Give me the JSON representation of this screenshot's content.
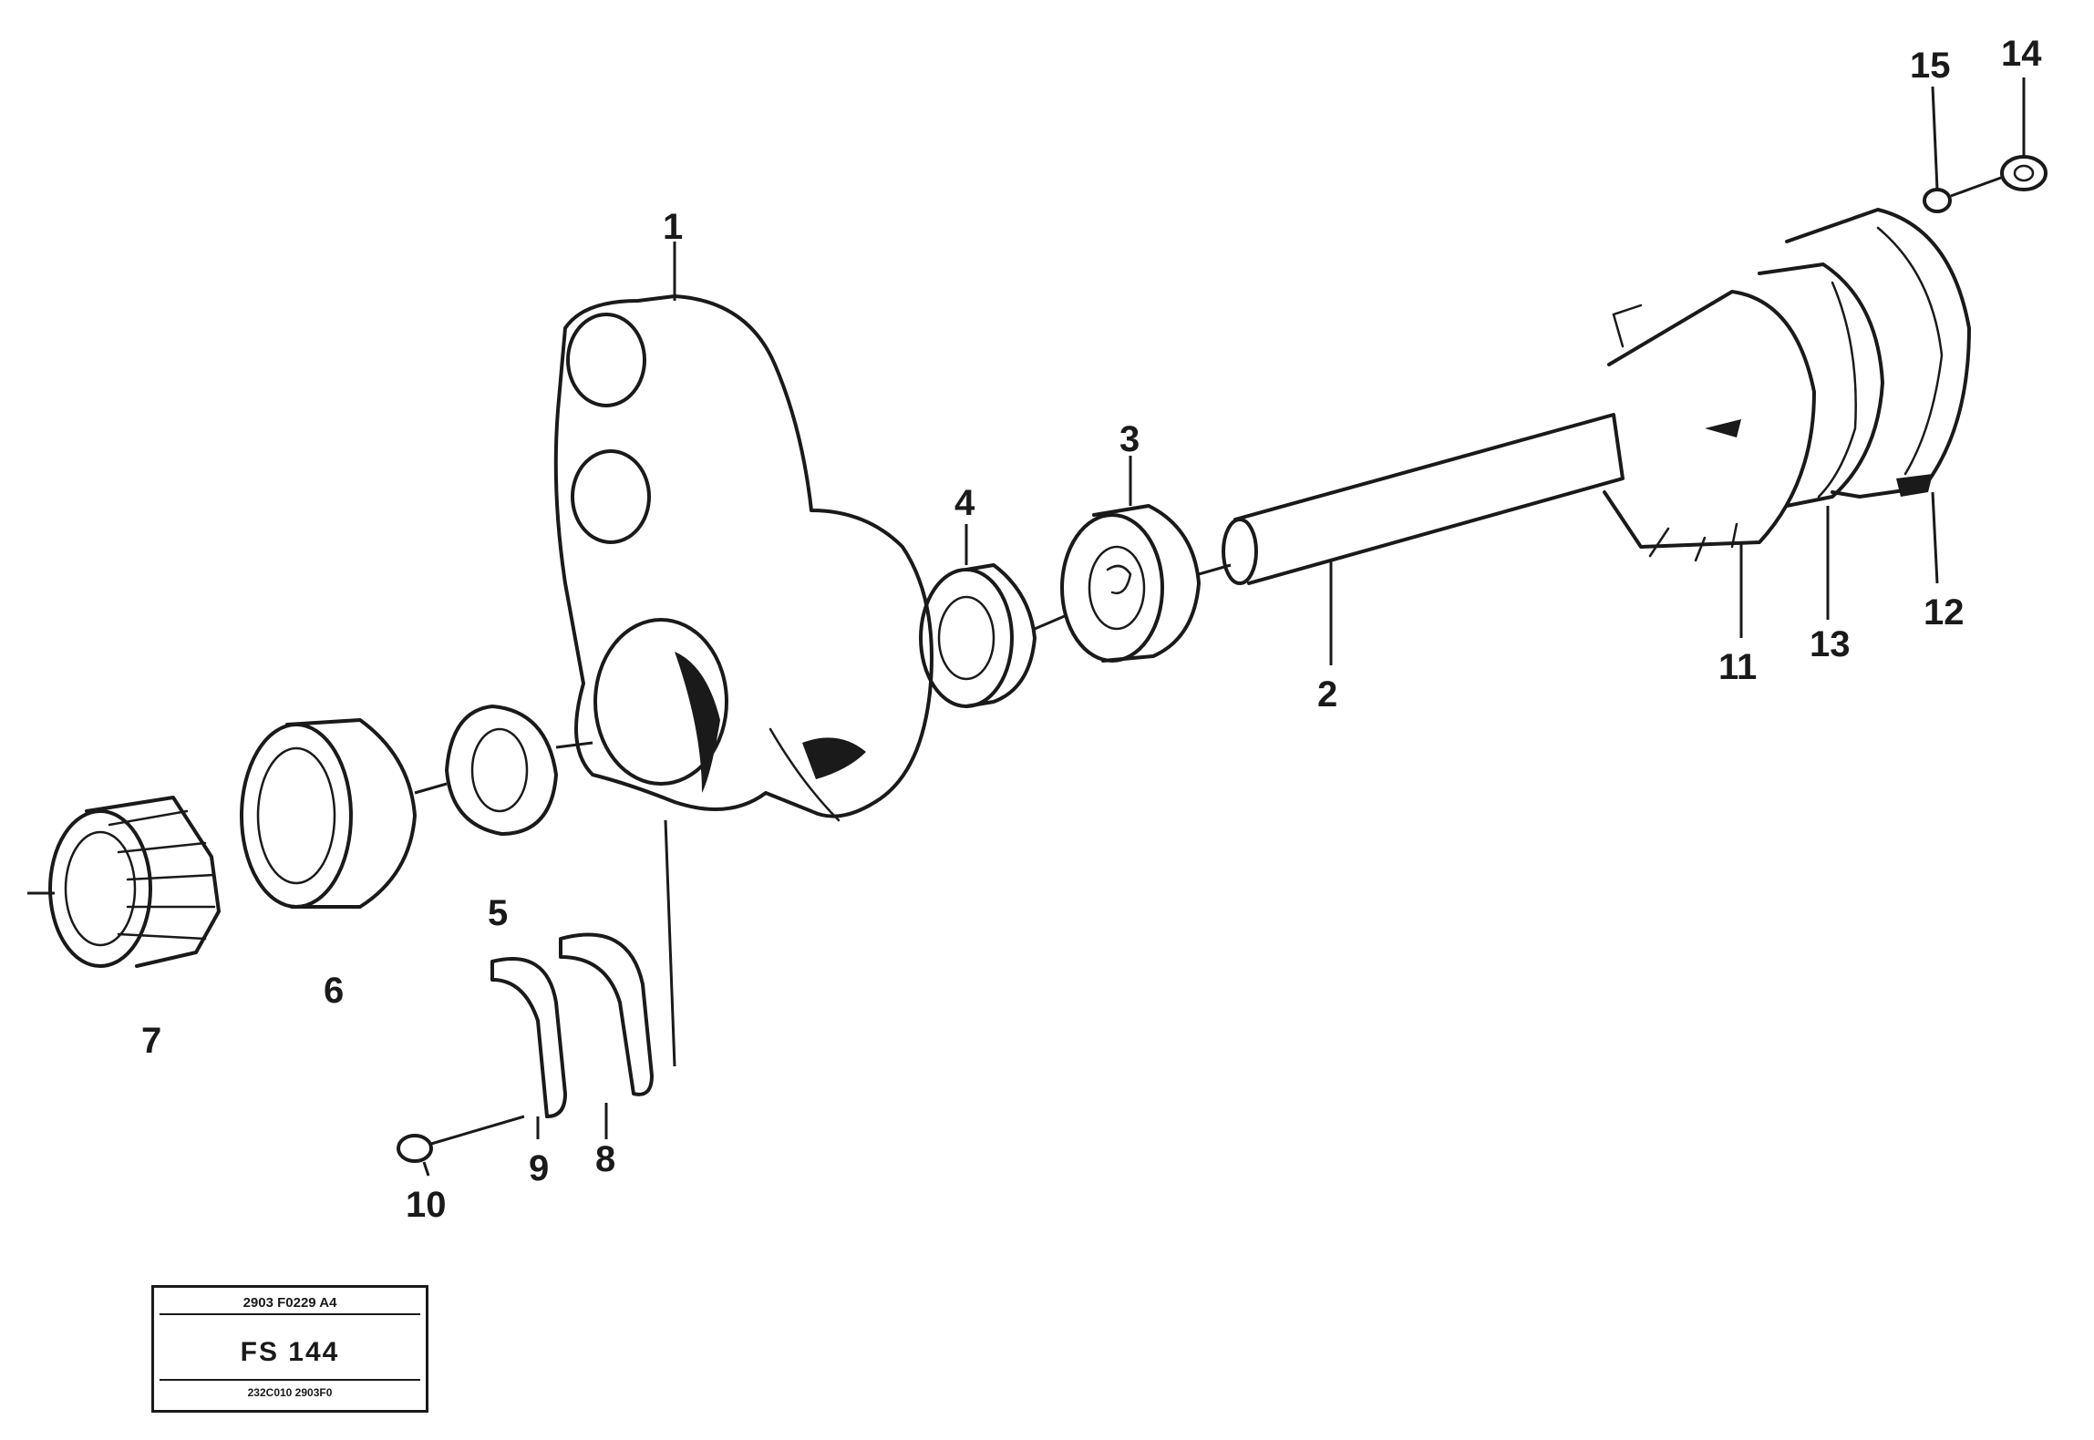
{
  "callouts": [
    {
      "id": "c1",
      "text": "1"
    },
    {
      "id": "c2",
      "text": "2"
    },
    {
      "id": "c3",
      "text": "3"
    },
    {
      "id": "c4",
      "text": "4"
    },
    {
      "id": "c5",
      "text": "5"
    },
    {
      "id": "c6",
      "text": "6"
    },
    {
      "id": "c7",
      "text": "7"
    },
    {
      "id": "c8",
      "text": "8"
    },
    {
      "id": "c9",
      "text": "9"
    },
    {
      "id": "c10",
      "text": "10"
    },
    {
      "id": "c11",
      "text": "11"
    },
    {
      "id": "c12",
      "text": "12"
    },
    {
      "id": "c13",
      "text": "13"
    },
    {
      "id": "c14",
      "text": "14"
    },
    {
      "id": "c15",
      "text": "15"
    }
  ],
  "plate": {
    "line1": "2903 F0229 A4",
    "line2": "",
    "code": "FS 144",
    "line4": "232C010 2903F0"
  }
}
